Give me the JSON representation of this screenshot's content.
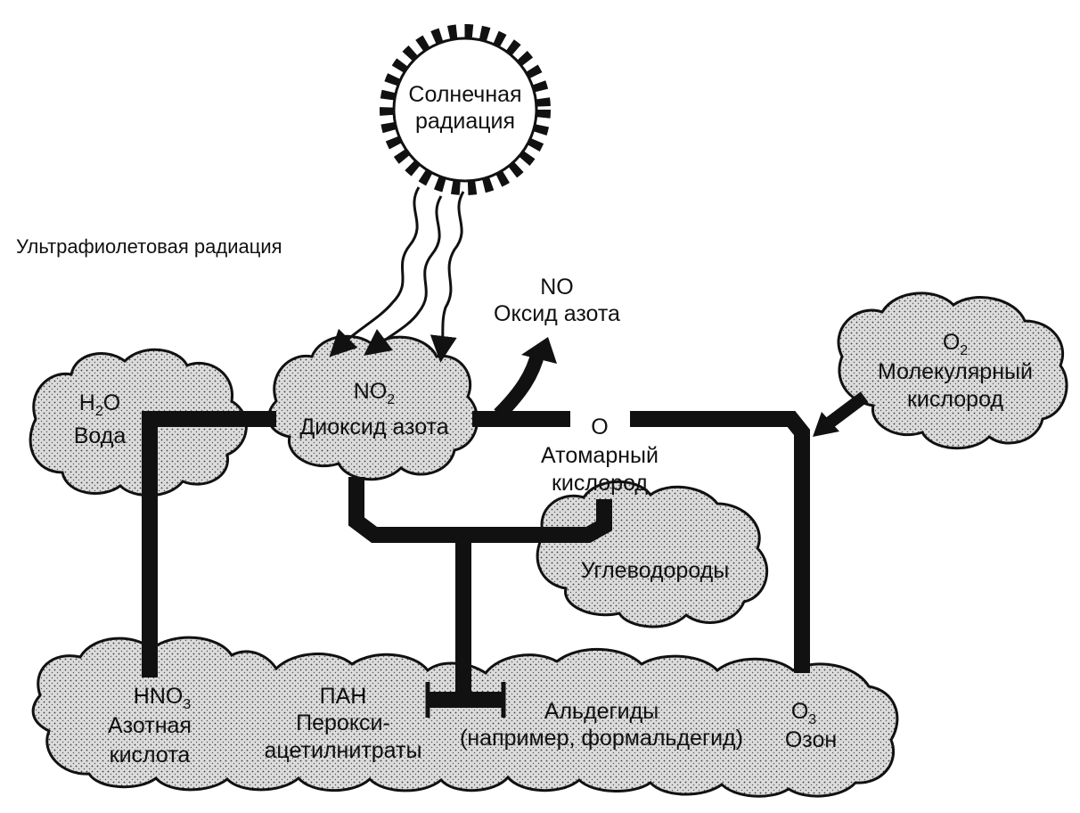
{
  "diagram": {
    "sun": {
      "line1": "Солнечная",
      "line2": "радиация"
    },
    "uv_label": "Ультрафиолетовая радиация",
    "no": {
      "formula": "NO",
      "name": "Оксид азота"
    },
    "no2": {
      "formula_base": "NO",
      "formula_sub": "2",
      "name": "Диоксид азота"
    },
    "water": {
      "formula_a": "H",
      "formula_sub": "2",
      "formula_b": "O",
      "name": "Вода"
    },
    "atomic_oxygen": {
      "formula": "O",
      "name_line1": "Атомарный",
      "name_line2": "кислород"
    },
    "molecular_oxygen": {
      "formula_base": "O",
      "formula_sub": "2",
      "name_line1": "Молекулярный",
      "name_line2": "кислород"
    },
    "hydrocarbons": {
      "name": "Углеводороды"
    },
    "nitric_acid": {
      "formula_base": "HNO",
      "formula_sub": "3",
      "name_line1": "Азотная",
      "name_line2": "кислота"
    },
    "pan": {
      "abbr": "ПАН",
      "name_line1": "Перокси-",
      "name_line2": "ацетилнитраты"
    },
    "aldehydes": {
      "name_line1": "Альдегиды",
      "name_line2": "(например, формальдегид)"
    },
    "ozone": {
      "formula_base": "O",
      "formula_sub": "3",
      "name": "Озон"
    }
  }
}
